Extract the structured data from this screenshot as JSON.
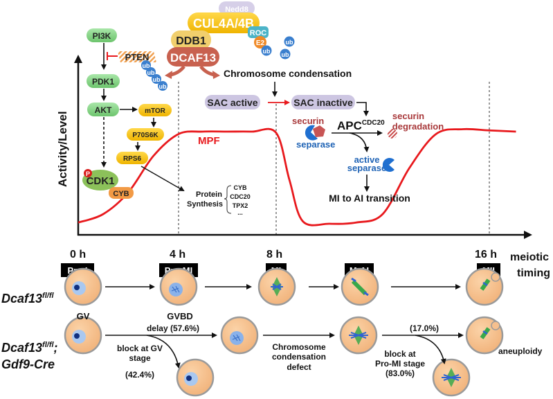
{
  "complex": {
    "nedd8": "Nedd8",
    "cul4": "CUL4A/4B",
    "roc": "ROC",
    "e2": "E2",
    "ddb1": "DDB1",
    "dcaf13": "DCAF13",
    "ub": "ub"
  },
  "pathway": {
    "pi3k": "PI3K",
    "pten": "PTEN",
    "pdk1": "PDK1",
    "akt": "AKT",
    "mtor": "mTOR",
    "p70s6k": "P70S6K",
    "rps6": "RPS6",
    "cdk1": "CDK1",
    "cyb": "CYB",
    "phospho": "P"
  },
  "protein_synthesis": {
    "label_line1": "Protein",
    "label_line2": "Synthesis",
    "items": [
      "CYB",
      "CDC20",
      "TPX2",
      "..."
    ]
  },
  "sac": {
    "chromosome_condensation": "Chromosome condensation",
    "sac_active": "SAC active",
    "sac_inactive": "SAC inactive",
    "securin": "securin",
    "separase": "separase",
    "apc": "APC",
    "apc_sup": "CDC20",
    "securin_degradation_1": "securin",
    "securin_degradation_2": "degradation",
    "active_separase_1": "active",
    "active_separase_2": "separase",
    "mi_to_ai": "MI to AI transition"
  },
  "chart": {
    "ylabel": "Activity/Level",
    "curve_label": "MPF",
    "xlabel_1": "meiotic",
    "xlabel_2": "timing",
    "ticks": [
      "0 h",
      "4 h",
      "8 h",
      "16 h"
    ],
    "stages": [
      "Pro I",
      "Pro-MI",
      "MI",
      "M-AI",
      "MII"
    ]
  },
  "chart_data": {
    "type": "line",
    "title": "",
    "xlabel": "meiotic timing",
    "ylabel": "Activity/Level",
    "x_ticks": [
      "0 h",
      "4 h",
      "8 h",
      "16 h"
    ],
    "series": [
      {
        "name": "MPF",
        "x_h": [
          0,
          1,
          2,
          3,
          4,
          5,
          6,
          7,
          8,
          8.5,
          9,
          10,
          11,
          12,
          13,
          14,
          15,
          16,
          17
        ],
        "y": [
          0.05,
          0.12,
          0.3,
          0.6,
          0.78,
          0.8,
          0.8,
          0.8,
          0.79,
          0.4,
          0.06,
          0.04,
          0.05,
          0.12,
          0.5,
          0.78,
          0.82,
          0.81,
          0.8
        ]
      }
    ],
    "grid": false
  },
  "rows": {
    "control_label": "Dcaf13",
    "control_sup": "fl/fl",
    "mutant_label_1": "Dcaf13",
    "mutant_sup": "fl/fl",
    "mutant_label_1_suffix": ";",
    "mutant_label_2": "Gdf9-Cre",
    "gv": "GV",
    "gvbd": "GVBD",
    "delay": "delay (57.6%)",
    "block_gv_1": "block at GV",
    "block_gv_2": "stage",
    "block_gv_3": "(42.4%)",
    "cond_defect_1": "Chromosome",
    "cond_defect_2": "condensation",
    "cond_defect_3": "defect",
    "pct_17": "(17.0%)",
    "block_promi_1": "block at",
    "block_promi_2": "Pro-MI stage",
    "block_promi_3": "(83.0%)",
    "aneuploidy": "aneuploidy"
  },
  "colors": {
    "mpf": "#e8191d",
    "green_pill": "#8fd68f",
    "yellow_pill": "#f5c518",
    "dcaf13": "#c8614f",
    "ddb1": "#f1cf6d",
    "cul4": "#f2c21a",
    "sac": "#cdc6e2",
    "ub": "#3a7fce",
    "egg": "#f7c08e",
    "separase": "#1f63b5",
    "securin": "#a8383a"
  }
}
